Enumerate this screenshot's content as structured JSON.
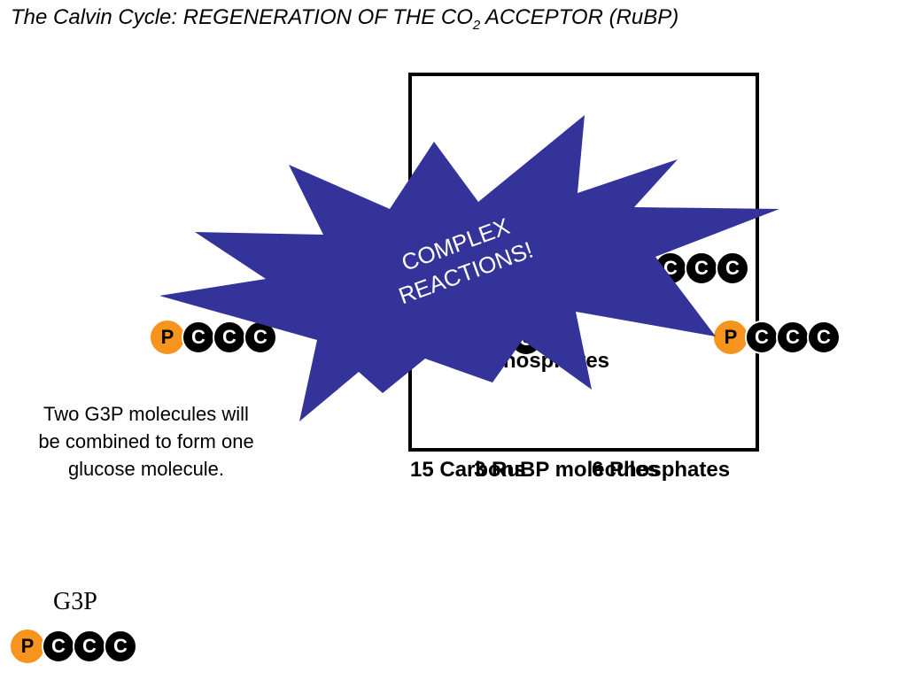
{
  "title": {
    "text": "The Calvin Cycle: REGENERATION OF THE CO",
    "subscript": "2",
    "suffix": " ACCEPTOR (RuBP)"
  },
  "burst_text": "COMPLEX REACTIONS!",
  "description": "Two G3P molecules will be combined to form one glucose molecule.",
  "labels": {
    "g3p": "G3P",
    "box_bottom_a": "15 Carbons",
    "box_bottom_b": "3 RuBP molecules",
    "box_bottom_c": "6 Phosphates",
    "box_middle": "Phosphates"
  },
  "atoms": {
    "phosphate": "P",
    "carbon": "C"
  },
  "colors": {
    "burst": "#333399",
    "phosphate": "#f7941d",
    "carbon": "#000000"
  }
}
